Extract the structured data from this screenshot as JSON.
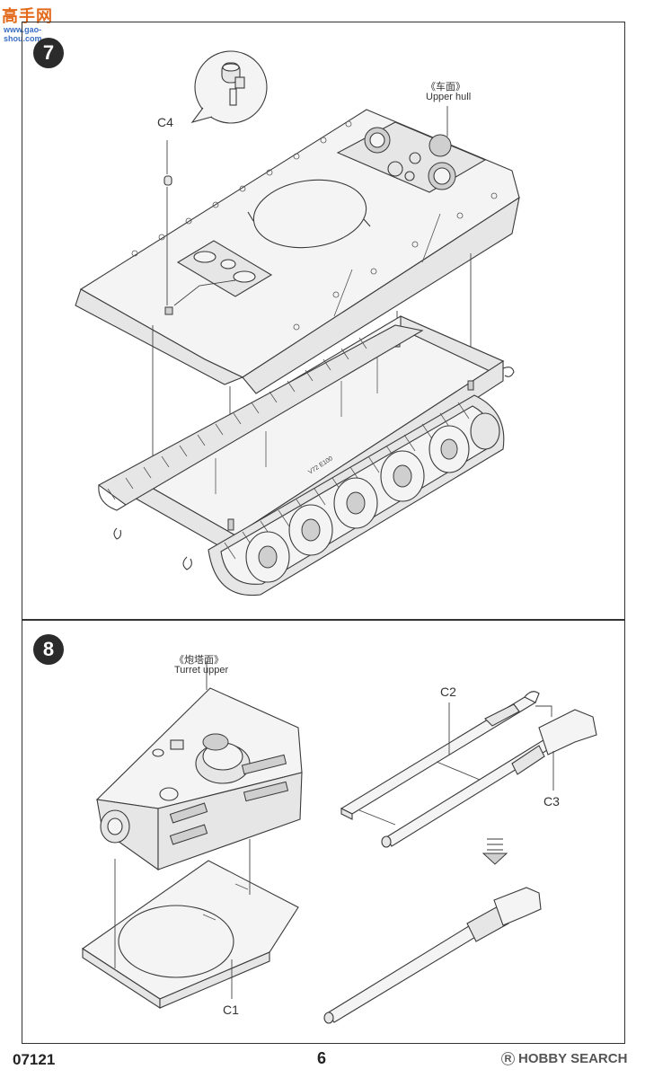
{
  "watermark": {
    "mark": "高手网",
    "url": "www.gao-shou.com"
  },
  "step7": {
    "number": "7",
    "upper_hull_cn": "《车面》",
    "upper_hull_en": "Upper hull",
    "part_c4": "C4",
    "hull_marking": "V72 E100"
  },
  "step8": {
    "number": "8",
    "turret_upper_cn": "《炮塔面》",
    "turret_upper_en": "Turret upper",
    "part_c1": "C1",
    "part_c2": "C2",
    "part_c3": "C3"
  },
  "footer": {
    "code": "07121",
    "page": "6",
    "brand": "HOBBY SEARCH",
    "brand_mark": "R"
  }
}
